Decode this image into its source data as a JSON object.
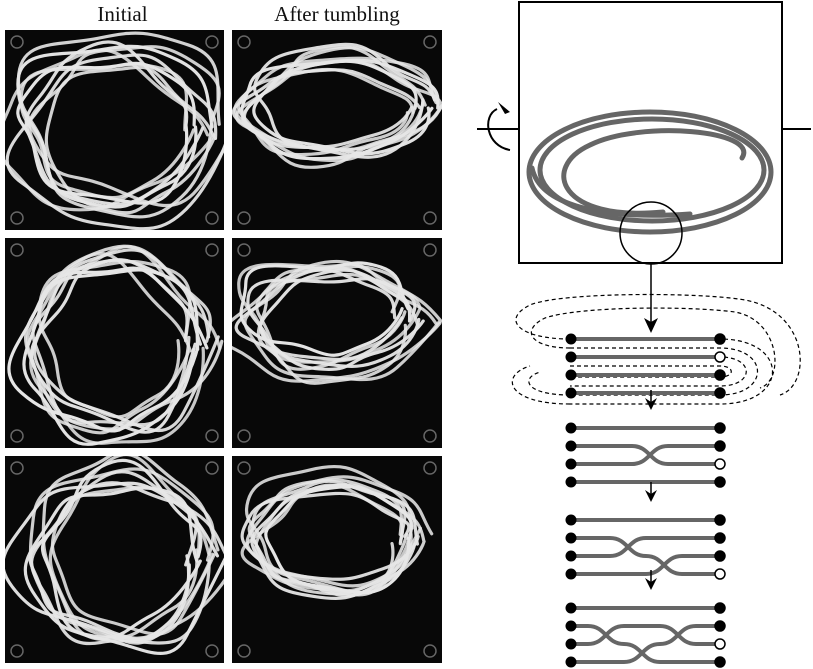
{
  "columns": {
    "initial": "Initial",
    "after": "After tumbling"
  },
  "photos": [
    {
      "col": "initial",
      "row": 1,
      "state": "loose loops"
    },
    {
      "col": "after",
      "row": 1,
      "state": "tangled"
    },
    {
      "col": "initial",
      "row": 2,
      "state": "loose loops"
    },
    {
      "col": "after",
      "row": 2,
      "state": "tangled"
    },
    {
      "col": "initial",
      "row": 3,
      "state": "loose loops"
    },
    {
      "col": "after",
      "row": 3,
      "state": "tangled"
    }
  ],
  "colors": {
    "photo_bg": "#080808",
    "string": "#e6e6e6",
    "diagram_strand": "#666666",
    "diagram_line": "#000000"
  },
  "braid_steps": [
    {
      "strands": 4,
      "crossings": [],
      "open_end_strand": 1
    },
    {
      "strands": 4,
      "crossings": [
        [
          1,
          2
        ]
      ],
      "open_end_strand": 2
    },
    {
      "strands": 4,
      "crossings": [
        [
          1,
          2
        ],
        [
          2,
          3
        ]
      ],
      "open_end_strand": 3
    },
    {
      "strands": 4,
      "crossings": [
        [
          1,
          2
        ],
        [
          2,
          3
        ],
        [
          1,
          2
        ]
      ],
      "open_end_strand": 2
    }
  ],
  "icons": [
    "rotation-arrow-icon"
  ]
}
